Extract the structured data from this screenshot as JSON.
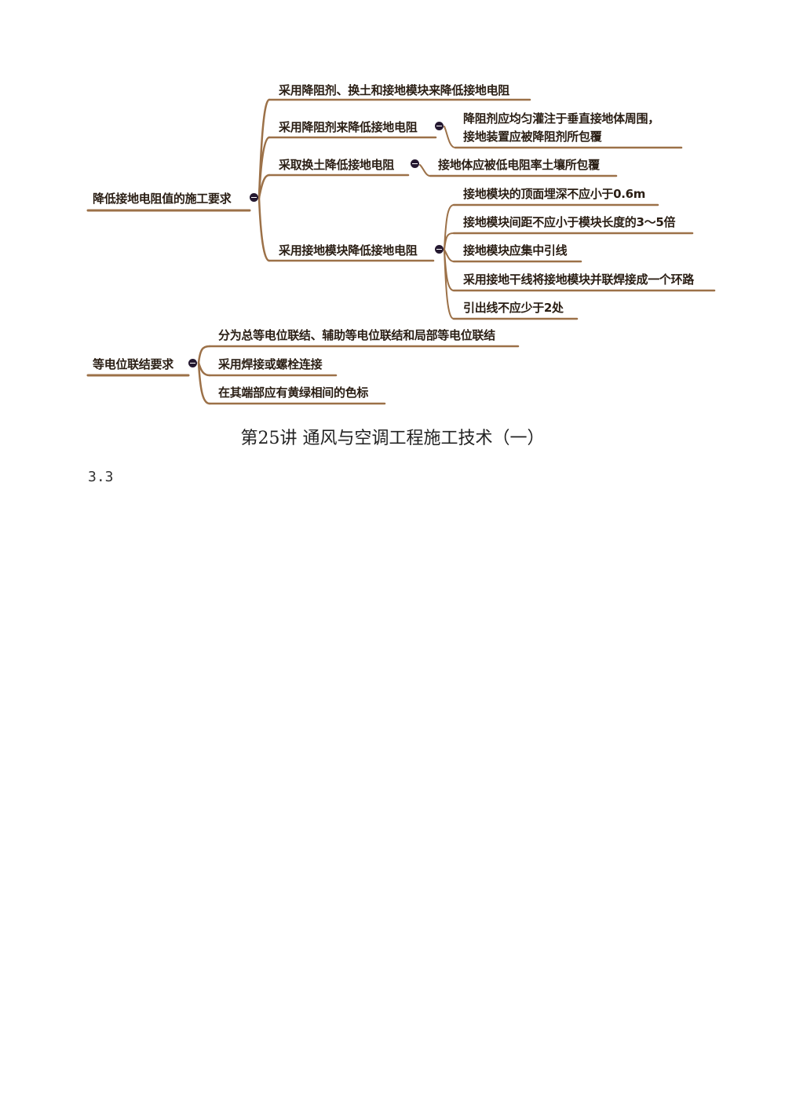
{
  "mindmap1": {
    "root": "降低接地电阻值的施工要求",
    "branches": [
      {
        "label": "采用降阻剂、换土和接地模块来降低接地电阻"
      },
      {
        "label": "采用降阻剂来降低接地电阻",
        "children": [
          "降阻剂应均匀灌注于垂直接地体周围，",
          "接地装置应被降阻剂所包覆"
        ]
      },
      {
        "label": "采取换土降低接地电阻",
        "children": [
          "接地体应被低电阻率土壤所包覆"
        ]
      },
      {
        "label": "采用接地模块降低接地电阻",
        "children": [
          "接地模块的顶面埋深不应小于0.6m",
          "接地模块间距不应小于模块长度的3～5倍",
          "接地模块应集中引线",
          "采用接地干线将接地模块并联焊接成一个环路",
          "引出线不应少于2处"
        ]
      }
    ]
  },
  "mindmap2": {
    "root": "等电位联结要求",
    "branches": [
      "分为总等电位联结、辅助等电位联结和局部等电位联结",
      "采用焊接或螺栓连接",
      "在其端部应有黄绿相间的色标"
    ]
  },
  "heading": "第25讲 通风与空调工程施工技术（一）",
  "section_number": "3.3",
  "colors": {
    "line": "#9c7148",
    "text": "#2a1e14",
    "collapse": "#241830"
  }
}
